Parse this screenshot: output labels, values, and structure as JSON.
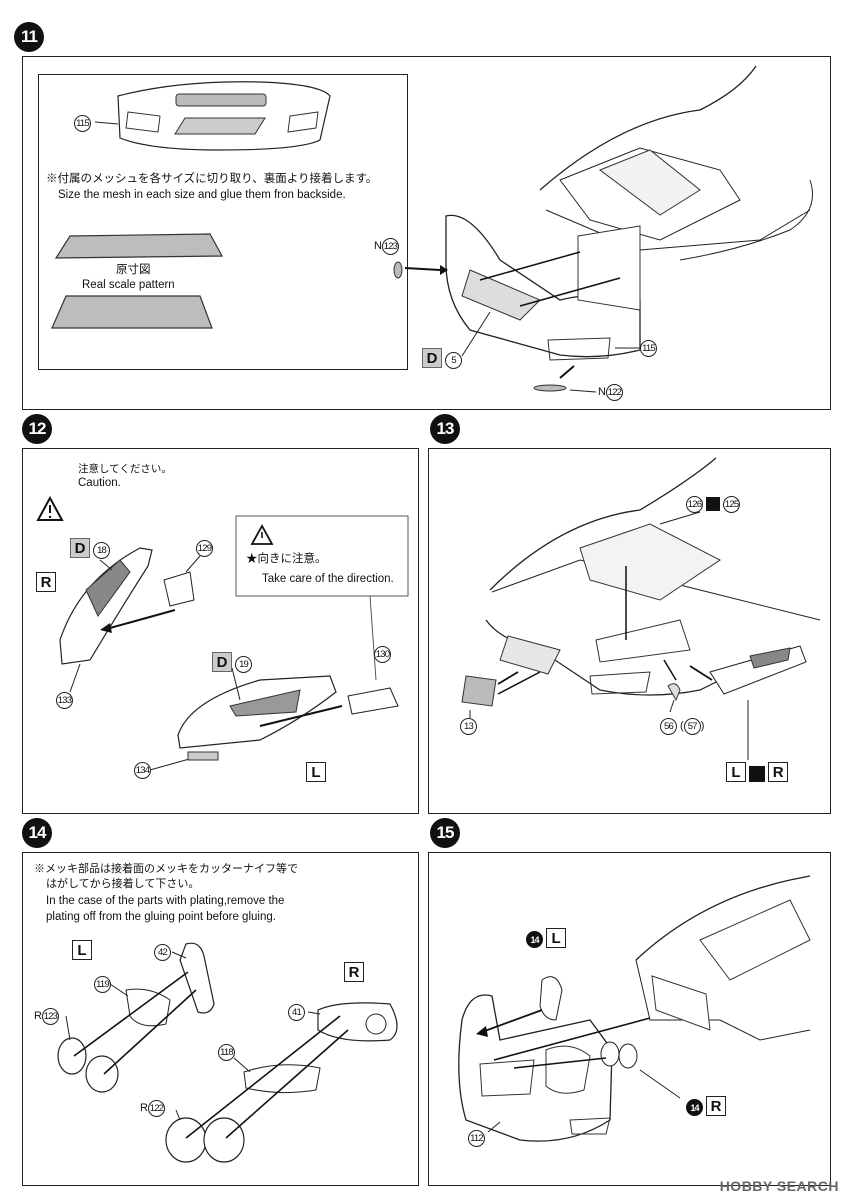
{
  "steps": [
    {
      "number": "11"
    },
    {
      "number": "12"
    },
    {
      "number": "13"
    },
    {
      "number": "14"
    },
    {
      "number": "15"
    }
  ],
  "step11": {
    "note_jp": "※付属のメッシュを各サイズに切り取り、裏面より接着します。",
    "note_en": "Size the mesh in each size and glue them fron backside.",
    "scale_jp": "原寸図",
    "scale_en": "Real scale pattern",
    "part_115_top": "115",
    "part_123_prefix": "N",
    "part_123": "123",
    "part_d": "D",
    "part_5": "5",
    "part_115_right": "115",
    "part_122_prefix": "N",
    "part_122": "122"
  },
  "step12": {
    "caution_jp": "注意してください。",
    "caution_en": "Caution.",
    "direction_jp": "★向きに注意。",
    "direction_en": "Take care of the direction.",
    "side_r": "R",
    "side_l": "L",
    "part_d18_prefix": "D",
    "part_18": "18",
    "part_d19_prefix": "D",
    "part_19": "19",
    "part_129": "129",
    "part_130": "130",
    "part_133": "133",
    "part_134": "134"
  },
  "step13": {
    "part_126": "126",
    "part_125": "125",
    "part_13": "13",
    "part_56": "56",
    "part_57": "57",
    "side_l": "L",
    "side_r": "R"
  },
  "step14": {
    "note_jp_1": "※メッキ部品は接着面のメッキをカッターナイフ等で",
    "note_jp_2": "はがしてから接着して下さい。",
    "note_en_1": "In the case of the parts with plating,remove the",
    "note_en_2": "plating off from the gluing point before gluing.",
    "side_l": "L",
    "side_r": "R",
    "part_42": "42",
    "part_119": "119",
    "part_123_prefix": "R",
    "part_123": "123",
    "part_41": "41",
    "part_118": "118",
    "part_122_prefix": "R",
    "part_122": "122"
  },
  "step15": {
    "ref_l_step": "14",
    "side_l": "L",
    "ref_r_step": "14",
    "side_r": "R",
    "part_112": "112"
  },
  "watermark": "HOBBY SEARCH",
  "colors": {
    "ink": "#111111",
    "mesh_gray": "#bdbdbd",
    "step_badge": "#111111"
  }
}
